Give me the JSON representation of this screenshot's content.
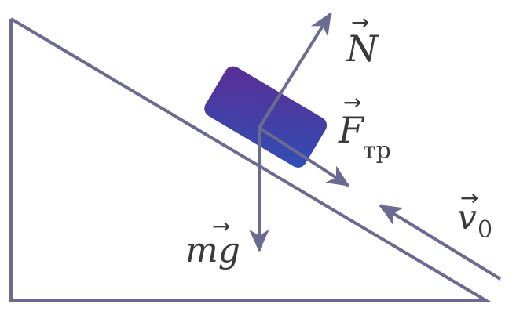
{
  "colors": {
    "line": "#6b6b92",
    "block_start": "#5b2d94",
    "block_end": "#2f4fb5",
    "text": "#3a3a3a"
  },
  "labels": {
    "normal": "N",
    "friction": "F",
    "friction_sub": "тр",
    "weight": "mg",
    "velocity": "v",
    "velocity_sub": "0",
    "vector_mark": "→"
  }
}
